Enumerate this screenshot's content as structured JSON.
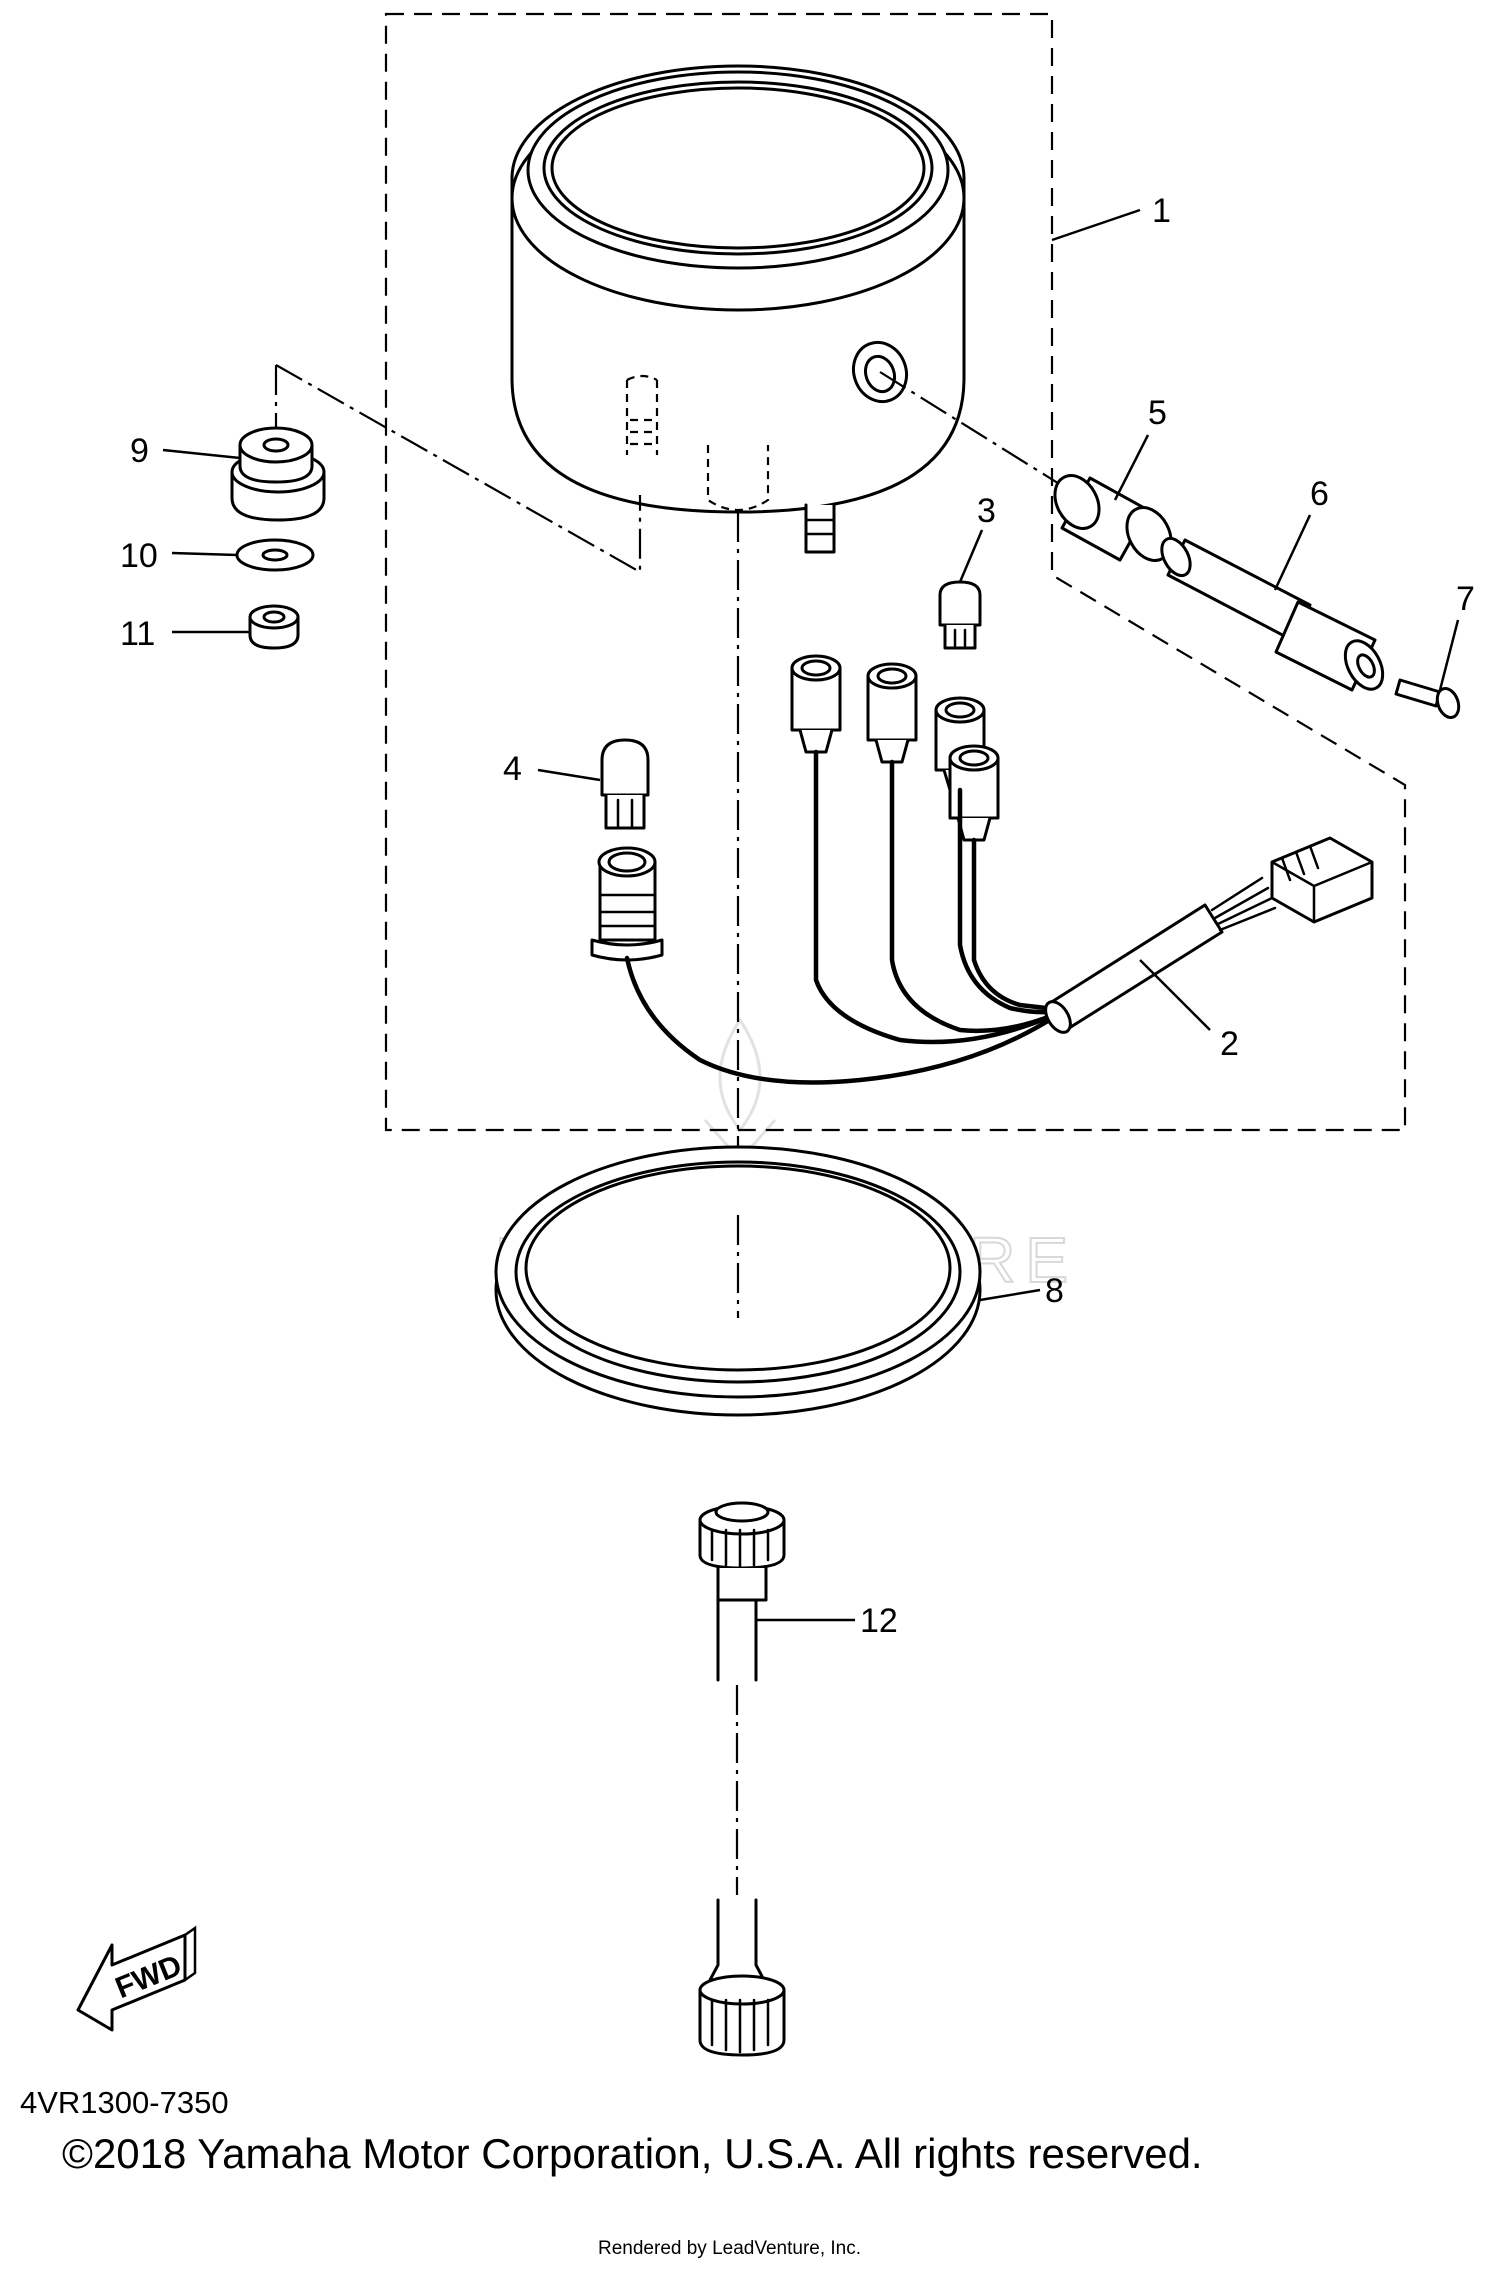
{
  "diagram": {
    "drawing_code": "4VR1300-7350",
    "copyright": "©2018 Yamaha Motor Corporation, U.S.A. All rights reserved.",
    "render_credit": "Rendered by LeadVenture, Inc.",
    "watermark": "LEADVENTURE",
    "fwd_label": "FWD",
    "callouts": [
      {
        "id": "1",
        "label": "1"
      },
      {
        "id": "2",
        "label": "2"
      },
      {
        "id": "3",
        "label": "3"
      },
      {
        "id": "4",
        "label": "4"
      },
      {
        "id": "5",
        "label": "5"
      },
      {
        "id": "6",
        "label": "6"
      },
      {
        "id": "7",
        "label": "7"
      },
      {
        "id": "8",
        "label": "8"
      },
      {
        "id": "9",
        "label": "9"
      },
      {
        "id": "10",
        "label": "10"
      },
      {
        "id": "11",
        "label": "11"
      },
      {
        "id": "12",
        "label": "12"
      }
    ]
  }
}
